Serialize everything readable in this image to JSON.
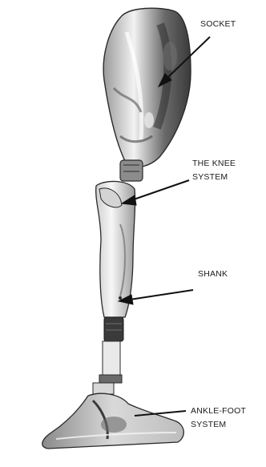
{
  "labels": {
    "socket": [
      "SOCKET"
    ],
    "knee": [
      "THE KNEE",
      "SYSTEM"
    ],
    "shank": [
      "SHANK"
    ],
    "ankle_foot": [
      "ANKLE-FOOT",
      "SYSTEM"
    ]
  },
  "colors": {
    "outline": "#2a2a2a",
    "shell_light": "#e6e6e6",
    "shell_mid": "#b5b5b5",
    "shell_dark": "#4a4a4a"
  }
}
